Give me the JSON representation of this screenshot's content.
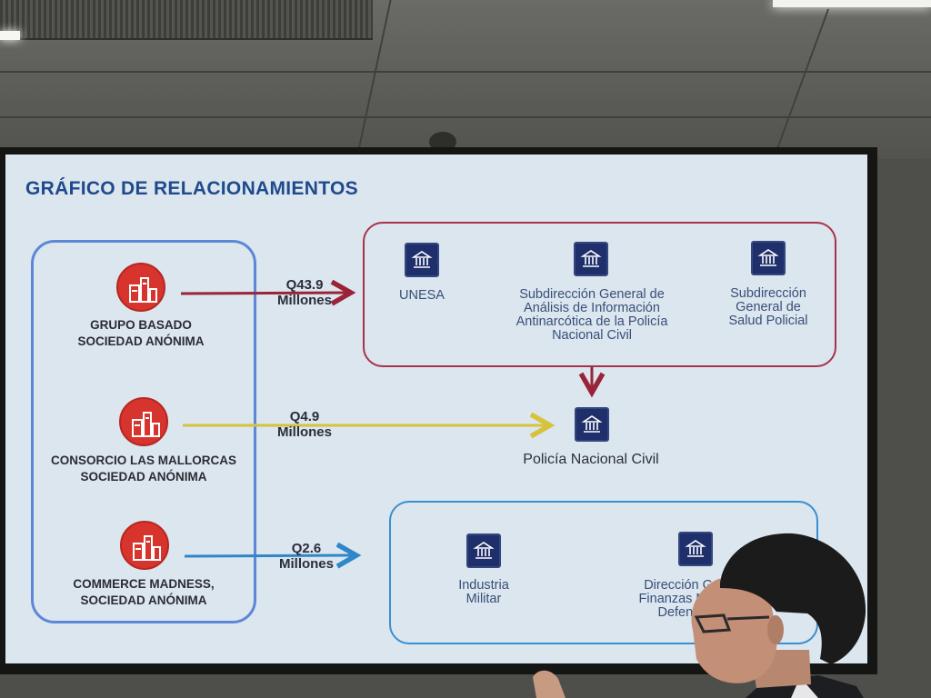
{
  "title": "GRÁFICO DE RELACIONAMIENTOS",
  "companies": [
    {
      "line1": "GRUPO BASADO",
      "line2": "SOCIEDAD ANÓNIMA",
      "icon": "industry-icon"
    },
    {
      "line1": "CONSORCIO LAS MALLORCAS",
      "line2": "SOCIEDAD ANÓNIMA",
      "icon": "industry-icon"
    },
    {
      "line1": "COMMERCE MADNESS,",
      "line2": "SOCIEDAD ANÓNIMA",
      "icon": "industry-icon"
    }
  ],
  "flows": [
    {
      "amount": "Q43.9",
      "unit": "Millones",
      "color": "#9b2338"
    },
    {
      "amount": "Q4.9",
      "unit": "Millones",
      "color": "#d6c23c"
    },
    {
      "amount": "Q2.6",
      "unit": "Millones",
      "color": "#2f86c9"
    }
  ],
  "police_group": {
    "border_color": "#a8324a",
    "entities": [
      {
        "lines": [
          "UNESA"
        ],
        "icon": "government-building-icon"
      },
      {
        "lines": [
          "Subdirección General de",
          "Análisis de Información",
          "Antinarcótica de la Policía",
          "Nacional Civil"
        ],
        "icon": "government-building-icon"
      },
      {
        "lines": [
          "Subdirección",
          "General de",
          "Salud Policial"
        ],
        "icon": "government-building-icon"
      }
    ]
  },
  "central_entity": {
    "label": "Policía Nacional Civil",
    "icon": "government-building-icon"
  },
  "military_group": {
    "border_color": "#3a8fd0",
    "entities": [
      {
        "lines": [
          "Industria",
          "Militar"
        ],
        "icon": "government-building-icon"
      },
      {
        "lines": [
          "Dirección Ge",
          "Finanzas Mini",
          "Defensa N"
        ],
        "icon": "government-building-icon"
      }
    ]
  },
  "colors": {
    "title": "#1f4a8c",
    "company_box": "#5d87d6",
    "company_icon": "#d7342e",
    "entity_icon": "#1f2f6b"
  }
}
